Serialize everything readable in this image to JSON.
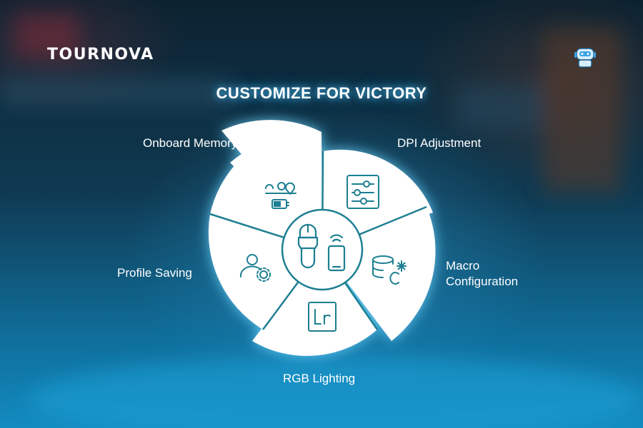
{
  "brand": {
    "logo_text": "TOURNOVA",
    "mascot_icon": "robot-mascot-icon"
  },
  "title": "CUSTOMIZE FOR VICTORY",
  "features": {
    "onboard": {
      "label": "Onboard Memory",
      "icon": "memory-toggle-icon"
    },
    "dpi": {
      "label": "DPI Adjustment",
      "icon": "sliders-icon"
    },
    "macro": {
      "label_line1": "Macro",
      "label_line2": "Configuration",
      "icon": "database-macro-icon"
    },
    "rgb": {
      "label": "RGB Lighting",
      "icon": "lr-box-icon"
    },
    "profile": {
      "label": "Profile Saving",
      "icon": "user-gear-icon"
    }
  },
  "center": {
    "icon": "mouse-and-phone-icon"
  },
  "colors": {
    "accent": "#1c7f92",
    "petal": "#ffffff",
    "glow": "#6fd6ff"
  }
}
